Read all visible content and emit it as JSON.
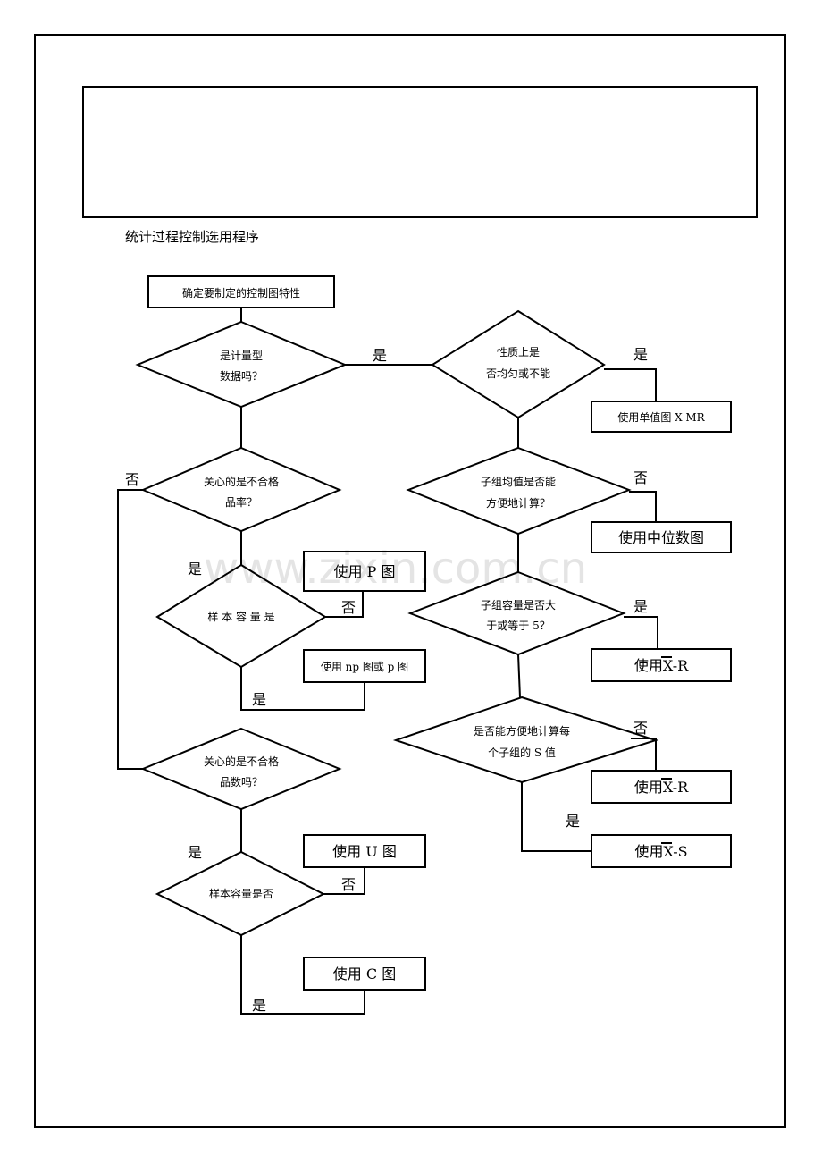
{
  "title": "统计过程控制选用程序",
  "watermark": "www.zixin.com.cn",
  "start": "确定要制定的控制图特性",
  "decisions": {
    "q_variable_1": "是计量型",
    "q_variable_2": "数据吗？",
    "q_nonconforming_rate_1": "关心的是不合格",
    "q_nonconforming_rate_2": "品率？",
    "q_sample_p": "样 本 容 量 是",
    "q_nonconforming_count_1": "关心的是不合格",
    "q_nonconforming_count_2": "品数吗？",
    "q_sample_u": "样本容量是否",
    "q_uniform_1": "性质上是",
    "q_uniform_2": "否均匀或不能",
    "q_subgroup_mean_1": "子组均值是否能",
    "q_subgroup_mean_2": "方便地计算？",
    "q_subgroup_size_1": "子组容量是否大",
    "q_subgroup_size_2": "于或等于 5？",
    "q_s_value_1": "是否能方便地计算每",
    "q_s_value_2": "个子组的 S 值"
  },
  "results": {
    "xmr": "使用单值图 X-MR",
    "median": "使用中位数图",
    "xbar_r_1_prefix": "使用",
    "xbar_r_1_x": "X",
    "xbar_r_1_suffix": "-R",
    "xbar_r_2_prefix": "使用",
    "xbar_r_2_x": "X",
    "xbar_r_2_suffix": "-R",
    "xbar_s_prefix": "使用",
    "xbar_s_x": "X",
    "xbar_s_suffix": "-S",
    "p_chart": "使用 P 图",
    "np_chart": "使用 np 图或 p 图",
    "u_chart": "使用 U 图",
    "c_chart": "使用 C 图"
  },
  "labels": {
    "yes_variable": "是",
    "no_rate": "否",
    "yes_rate": "是",
    "no_sample_p": "否",
    "yes_sample_p": "是",
    "yes_count": "是",
    "no_sample_u": "否",
    "yes_sample_u": "是",
    "yes_uniform": "是",
    "no_mean": "否",
    "yes_size": "是",
    "no_s": "否",
    "yes_s": "是"
  }
}
